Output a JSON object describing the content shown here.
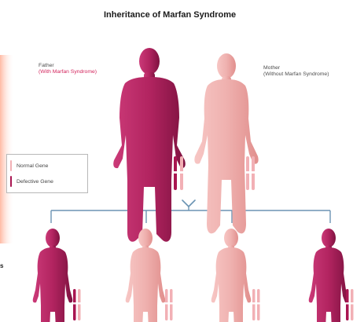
{
  "title": "Inheritance of Marfan Syndrome",
  "parents": {
    "father": {
      "label": "Father",
      "sub": "(With Marfan Syndrome)"
    },
    "mother": {
      "label": "Mother",
      "sub": "(Without Marfan Syndrome)"
    }
  },
  "legend": {
    "normal": "Normal Gene",
    "defective": "Defective Gene"
  },
  "left_edge_text": "s",
  "colors": {
    "affected_dark": "#a91551",
    "affected_mid": "#c43c73",
    "unaffected_light": "#f2b9b8",
    "unaffected_mid": "#e59b9a",
    "connector": "#6b94b3"
  },
  "children": [
    {
      "status": "affected"
    },
    {
      "status": "unaffected"
    },
    {
      "status": "unaffected"
    },
    {
      "status": "affected"
    }
  ]
}
